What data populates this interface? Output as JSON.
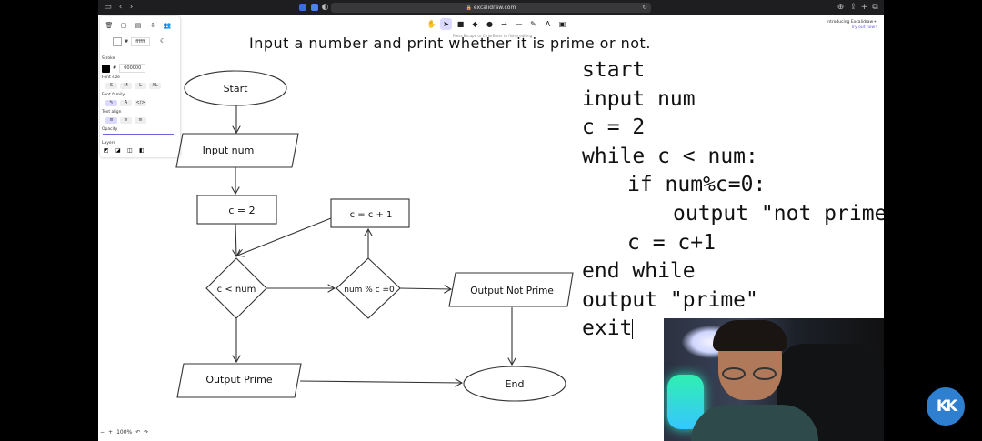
{
  "browser": {
    "url": "excalidraw.com"
  },
  "toolbar": {
    "tools": [
      {
        "name": "hand-tool",
        "glyph": "✋"
      },
      {
        "name": "selection-tool",
        "glyph": "➤"
      },
      {
        "name": "rectangle-tool",
        "glyph": "■"
      },
      {
        "name": "diamond-tool",
        "glyph": "◆"
      },
      {
        "name": "ellipse-tool",
        "glyph": "●"
      },
      {
        "name": "arrow-tool",
        "glyph": "→"
      },
      {
        "name": "line-tool",
        "glyph": "—"
      },
      {
        "name": "pencil-tool",
        "glyph": "✎"
      },
      {
        "name": "text-tool",
        "glyph": "A"
      },
      {
        "name": "library-tool",
        "glyph": "▣"
      }
    ],
    "active_tool": "selection-tool",
    "hint": "Press Escape or CtrlorEnter to finish editing"
  },
  "promo": {
    "line1": "Introducing Excalidraw+",
    "line2": "Try out now!"
  },
  "panel": {
    "canvas_background": "ffffff",
    "stroke_label": "Stroke",
    "stroke_value": "000000",
    "font_size_label": "Font size",
    "font_sizes": [
      "S",
      "M",
      "L",
      "XL"
    ],
    "font_family_label": "Font family",
    "font_families": [
      "✎",
      "A",
      "</>"
    ],
    "text_align_label": "Text align",
    "text_aligns": [
      "≡",
      "≡",
      "≡"
    ],
    "opacity_label": "Opacity",
    "layers_label": "Layers"
  },
  "canvas": {
    "title": "Input a number and print whether it is prime or not.",
    "flowchart": {
      "start": "Start",
      "input": "Input num",
      "init": "c = 2",
      "increment": "c = c + 1",
      "condition": "c < num",
      "modcheck": "num % c =0",
      "not_prime": "Output Not Prime",
      "prime": "Output Prime",
      "end": "End"
    },
    "code": {
      "line1": "start",
      "line2": "input num",
      "line3": "c = 2",
      "line4": "while c < num:",
      "line5": "if num%c=0:",
      "line6": "output \"not prime\"",
      "line7": "c = c+1",
      "line8": "end while",
      "line9": "output \"prime\"",
      "line10": "exit"
    }
  },
  "zoom": {
    "minus": "−",
    "plus": "+",
    "level": "100%",
    "undo": "↶",
    "redo": "↷"
  },
  "logo": {
    "text": "KK",
    "color": "#2f7fd0"
  }
}
